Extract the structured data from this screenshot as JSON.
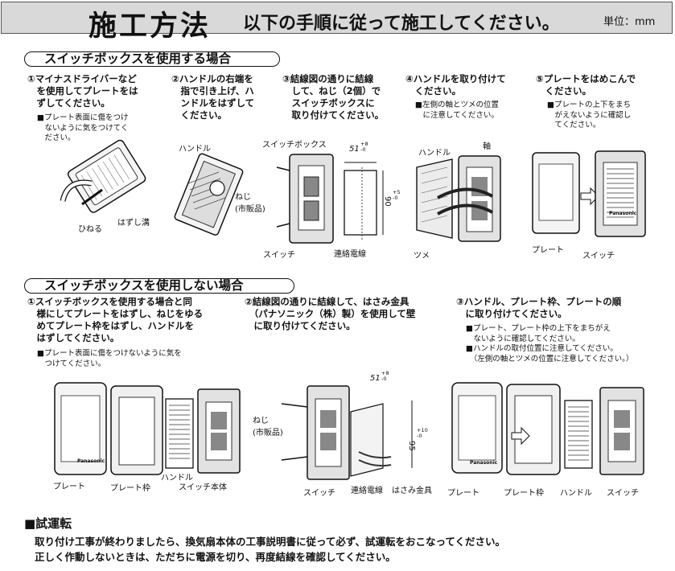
{
  "header": {
    "title": "施工方法",
    "subtitle": "以下の手順に従って施工してください。",
    "unit": "単位：mm"
  },
  "section_with_box": {
    "heading": "スイッチボックスを使用する場合",
    "steps": [
      {
        "text": "①マイナスドライバーなど\n　を使用してプレートをは\n　ずしてください。",
        "note": "■プレート表面に傷をつけ\n　ないように気をつけてく\n　ださい。"
      },
      {
        "text": "②ハンドルの右端を\n　指で引き上げ、ハ\n　ンドルをはずして\n　ください。",
        "note": ""
      },
      {
        "text": "③結線図の通りに結線\n　して、ねじ（2個）で\n　スイッチボックスに\n　取り付けてください。",
        "note": ""
      },
      {
        "text": "④ハンドルを取り付けて\n　ください。",
        "note": "■左側の軸とツメの位置\n　に注意してください。"
      },
      {
        "text": "⑤プレートをはめこんで\n　ください。",
        "note": "■プレートの上下をまち\n　がえないように確認し\n　てください。"
      }
    ],
    "labels": {
      "twist": "ひねる",
      "groove": "はずし溝",
      "handle": "ハンドル",
      "switch_box": "スイッチボックス",
      "screw": "ねじ\n(市販品)",
      "switch": "スイッチ",
      "wire": "連絡電線",
      "dim_width": "51",
      "dim_width_tol": "+8\n-0",
      "dim_height": "90",
      "dim_height_tol": "+5\n-0",
      "handle2": "ハンドル",
      "axis": "軸",
      "claw": "ツメ",
      "plate": "プレート",
      "switch2": "スイッチ",
      "brand": "Panasonic"
    }
  },
  "section_without_box": {
    "heading": "スイッチボックスを使用しない場合",
    "steps": [
      {
        "text": "①スイッチボックスを使用する場合と同\n　様にしてプレートをはずし、ねじをゆる\n　めてプレート枠をはずし、ハンドルを\n　はずしてください。",
        "note": "■プレート表面に傷をつけないように気を\n　つけてください。"
      },
      {
        "text": "②結線図の通りに結線して、はさみ金具\n　（パナソニック（株）製）を使用して壁\n　に取り付けてください。",
        "note": ""
      },
      {
        "text": "③ハンドル、プレート枠、プレートの順\n　に取り付けてください。",
        "note": "■プレート、プレート枠の上下をまちがえ\n　ないように確認してください。\n■ハンドルの取付位置に注意してください。\n　（左側の軸とツメの位置に注意してください。）"
      }
    ],
    "labels": {
      "plate": "プレート",
      "plate_frame": "プレート枠",
      "handle": "ハンドル",
      "switch_body": "スイッチ本体",
      "screw": "ねじ\n(市販品)",
      "switch": "スイッチ",
      "wire": "連絡電線",
      "clamp": "はさみ金具",
      "dim_width": "51",
      "dim_width_tol": "+8\n-0",
      "dim_height": "95",
      "dim_height_tol": "+10\n-0",
      "plate2": "プレート",
      "plate_frame2": "プレート枠",
      "handle2": "ハンドル",
      "switch2": "スイッチ",
      "brand": "Panasonic"
    }
  },
  "trial": {
    "title": "■試運転",
    "lines": [
      "取り付け工事が終わりましたら、換気扇本体の工事説明書に従って必ず、試運転をおこなってください。",
      "正しく作動しないときは、ただちに電源を切り、再度結線を確認してください。"
    ]
  }
}
